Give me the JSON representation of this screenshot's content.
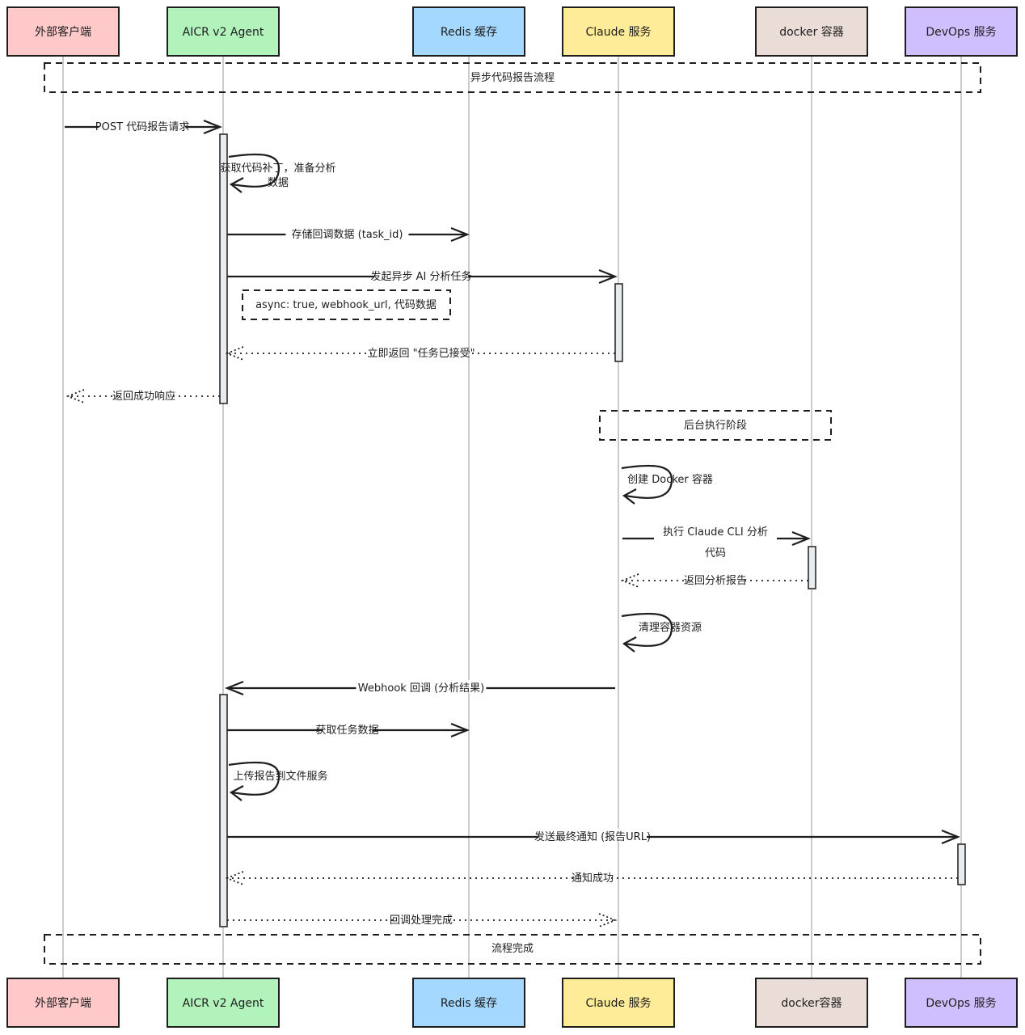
{
  "diagram": {
    "type": "sequence",
    "participants": [
      {
        "id": "client",
        "label": "外部客户端",
        "label_bottom": "外部客户端",
        "color": "#ffc9c9"
      },
      {
        "id": "agent",
        "label": "AICR v2 Agent",
        "label_bottom": "AICR v2 Agent",
        "color": "#b2f2bb"
      },
      {
        "id": "redis",
        "label": "Redis 缓存",
        "label_bottom": "Redis 缓存",
        "color": "#a5d8ff"
      },
      {
        "id": "claude",
        "label": "Claude 服务",
        "label_bottom": "Claude 服务",
        "color": "#ffec99"
      },
      {
        "id": "docker",
        "label": "docker 容器",
        "label_bottom": "docker容器",
        "color": "#eaddd7"
      },
      {
        "id": "devops",
        "label": "DevOps 服务",
        "label_bottom": "DevOps 服务",
        "color": "#d0bfff"
      }
    ],
    "groups": [
      {
        "label": "异步代码报告流程",
        "from": "client",
        "to": "devops"
      },
      {
        "label": "后台执行阶段",
        "from": "claude",
        "to": "docker"
      },
      {
        "label": "流程完成",
        "from": "client",
        "to": "devops"
      }
    ],
    "notes": [
      {
        "label": "async: true, webhook_url, 代码数据",
        "near": "agent"
      }
    ],
    "messages": [
      {
        "from": "client",
        "to": "agent",
        "label": "POST 代码报告请求",
        "style": "solid"
      },
      {
        "from": "agent",
        "to": "agent",
        "label": "获取代码补丁，准备分析\n数据",
        "style": "self"
      },
      {
        "from": "agent",
        "to": "redis",
        "label": "存储回调数据 (task_id)",
        "style": "solid"
      },
      {
        "from": "agent",
        "to": "claude",
        "label": "发起异步 AI 分析任务",
        "style": "solid"
      },
      {
        "from": "claude",
        "to": "agent",
        "label": "立即返回 \"任务已接受\"",
        "style": "dotted"
      },
      {
        "from": "agent",
        "to": "client",
        "label": "返回成功响应",
        "style": "dotted"
      },
      {
        "from": "claude",
        "to": "claude",
        "label": "创建 Docker 容器",
        "style": "self"
      },
      {
        "from": "claude",
        "to": "docker",
        "label": "执行 Claude CLI 分析\n代码",
        "style": "solid"
      },
      {
        "from": "docker",
        "to": "claude",
        "label": "返回分析报告",
        "style": "dotted"
      },
      {
        "from": "claude",
        "to": "claude",
        "label": "清理容器资源",
        "style": "self"
      },
      {
        "from": "claude",
        "to": "agent",
        "label": "Webhook 回调 (分析结果)",
        "style": "solid"
      },
      {
        "from": "agent",
        "to": "redis",
        "label": "获取任务数据",
        "style": "solid"
      },
      {
        "from": "agent",
        "to": "agent",
        "label": "上传报告到文件服务",
        "style": "self"
      },
      {
        "from": "agent",
        "to": "devops",
        "label": "发送最终通知 (报告URL)",
        "style": "solid"
      },
      {
        "from": "devops",
        "to": "agent",
        "label": "通知成功",
        "style": "dotted"
      },
      {
        "from": "agent",
        "to": "claude",
        "label": "回调处理完成",
        "style": "dotted"
      }
    ]
  }
}
